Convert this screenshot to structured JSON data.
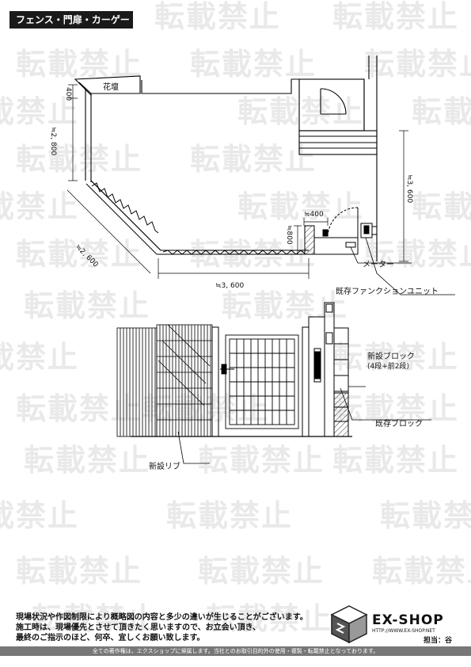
{
  "header": {
    "title": "フェンス・門扉・カーゲート"
  },
  "watermark": {
    "text": "転載禁止"
  },
  "plan": {
    "label_kadan": "花壇",
    "dim_400_top": "400",
    "dim_2800": "≒2, 800",
    "dim_2600": "≒2, 600",
    "dim_3600_bottom": "≒3, 600",
    "dim_3600_right": "≒3, 600",
    "dim_400_gate": "≒400",
    "dim_800": "≒800",
    "label_meter": "メーター",
    "label_function_unit": "既存ファンクションユニット"
  },
  "elevation": {
    "label_new_block": "新設ブロック",
    "label_new_block_sub": "(4段+前2段)",
    "label_existing_block": "既存ブロック",
    "label_new_rib": "新設リブ"
  },
  "footer": {
    "note_lines": [
      "現場状況や作図制限により概略図の内容と多少の違いが生じることがございます。",
      "施工時は、現場優先とさせて頂きたく思いますので、お立会い頂き、",
      "最終のご指示のほど、何卒、宜しくお願い致します。"
    ],
    "brand": "EX-SHOP",
    "url": "HTTP://WWW.EX-SHOP.NET",
    "staff": "担当：谷",
    "copyright": "全ての著作権は、エクスショップに帰属します。当社とのお取引目的外の使用・複製・転載禁止となっております。"
  }
}
